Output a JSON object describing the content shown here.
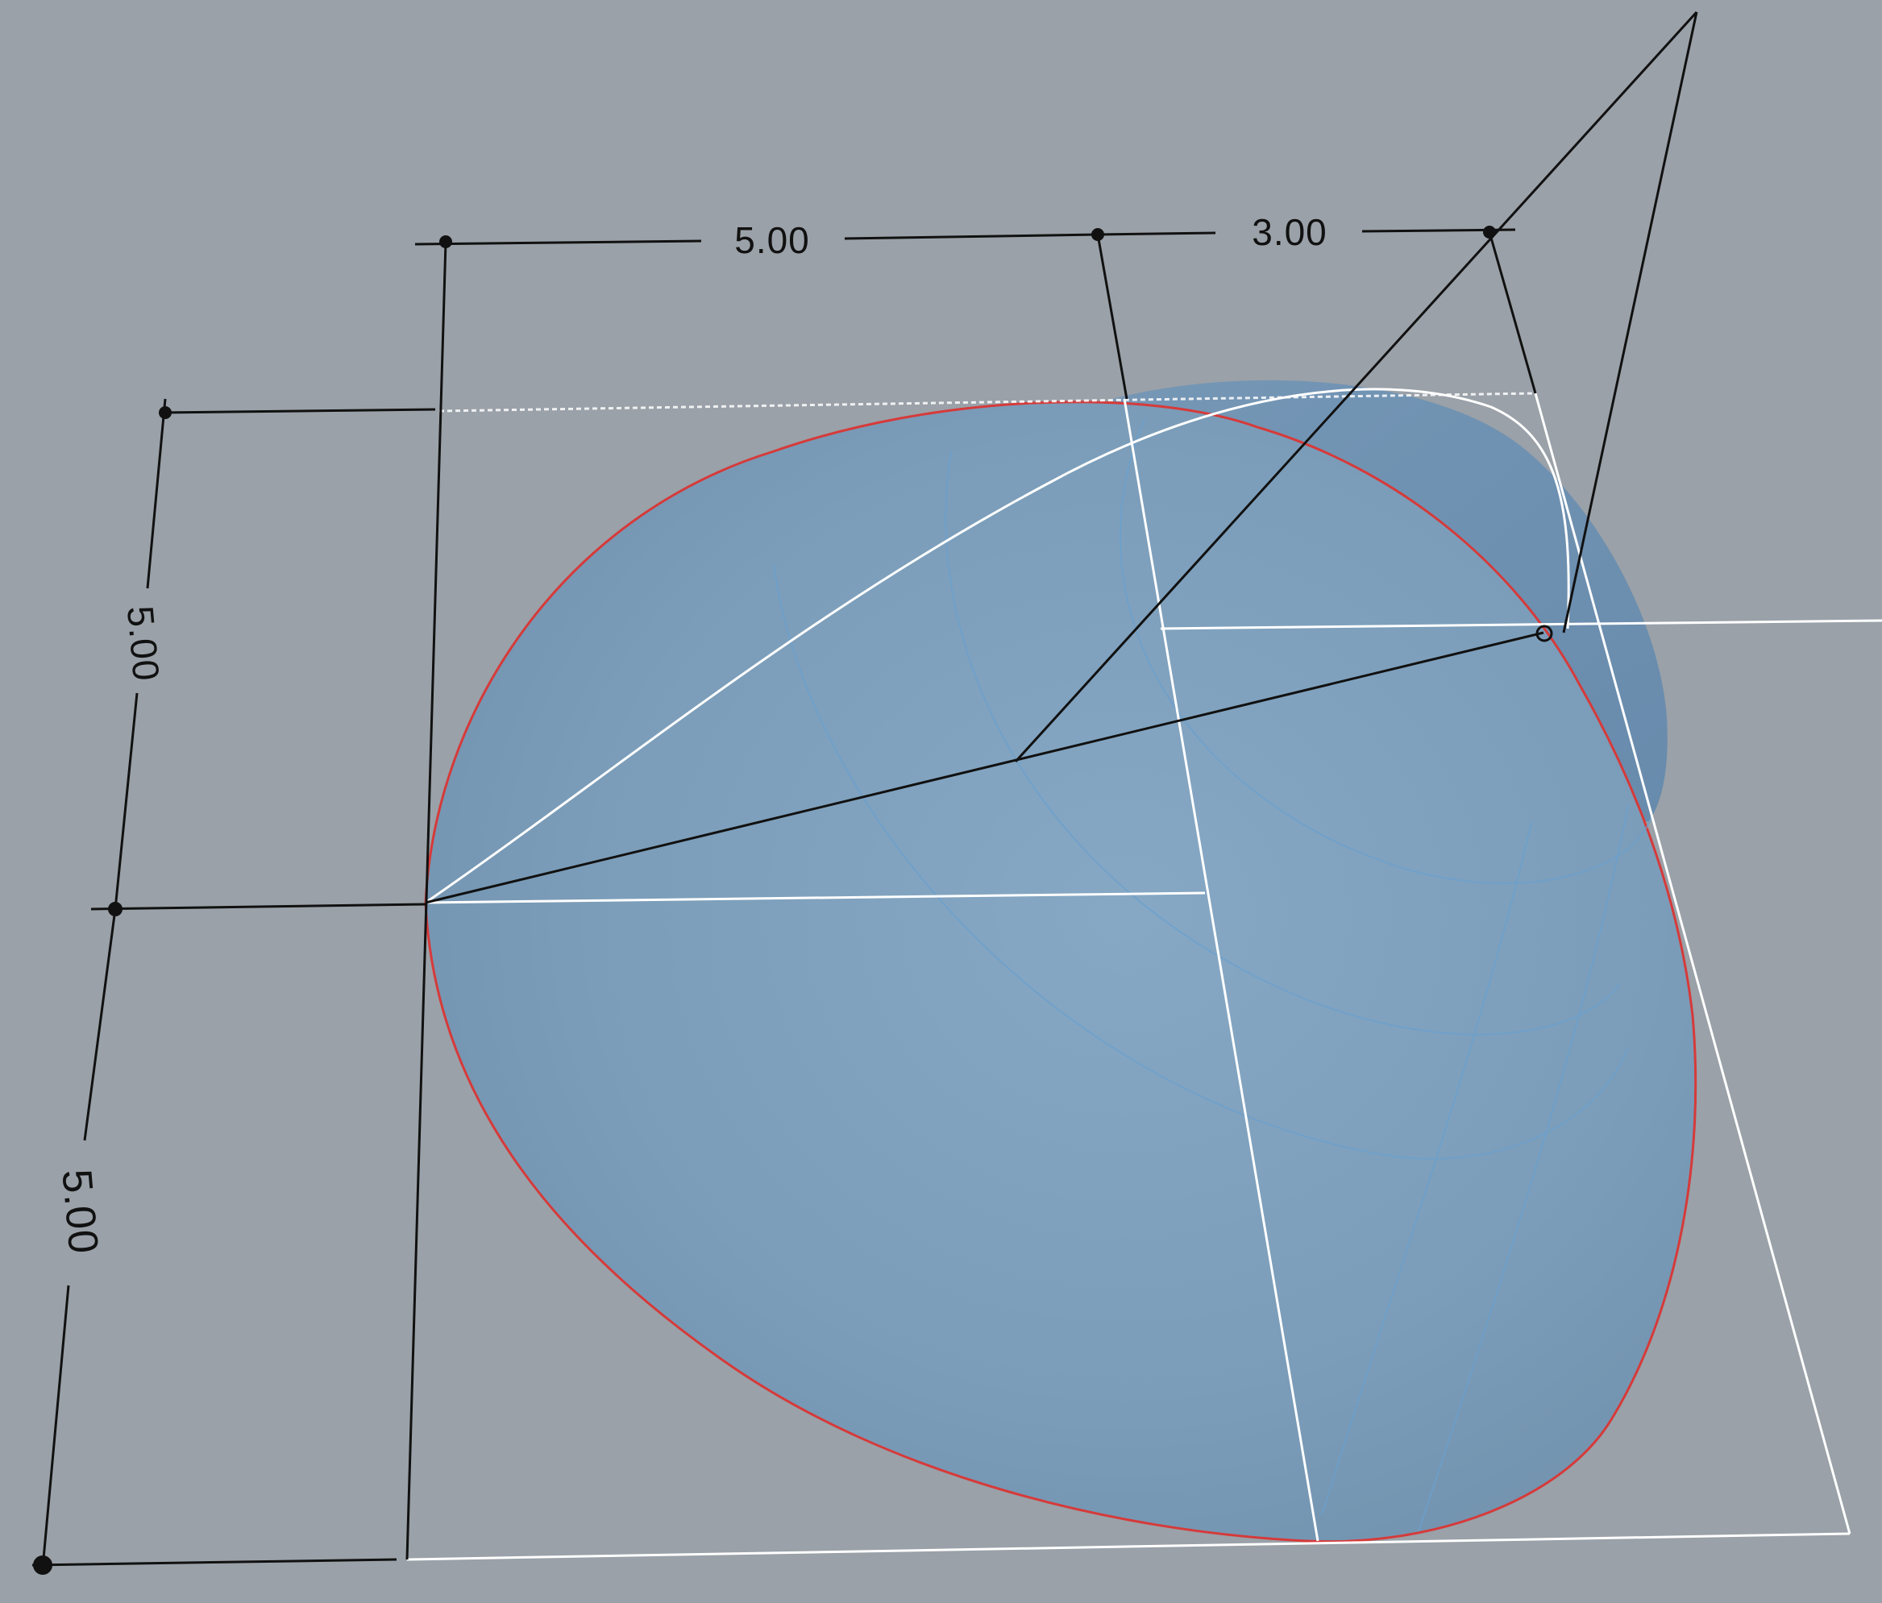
{
  "viewport": {
    "background_color": "#9aa1a8",
    "surface_color": "#7c9cb7",
    "edge_color": "#d63a3a",
    "guide_color": "#ffffff",
    "dimension_color": "#111111"
  },
  "dimensions": {
    "top_left": "5.00",
    "top_right": "3.00",
    "left_upper": "5.00",
    "left_lower": "5.00"
  }
}
